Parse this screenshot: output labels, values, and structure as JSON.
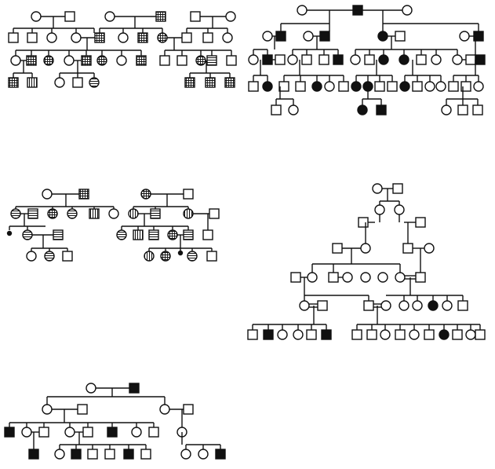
{
  "figure": {
    "ink_color": "#111111",
    "paper_color": "#ffffff",
    "fill_styles": {
      "affected": "solid-black",
      "unaffected": "open-white",
      "grid": "cross-hatched",
      "horizontal": "horizontal-lines",
      "vertical": "vertical-lines"
    },
    "symbols": {
      "square": "male",
      "circle": "female",
      "small-dot": "small-filled-marker"
    }
  },
  "pedigrees": [
    {
      "name": "pedigree-top-left",
      "style": "hatched"
    },
    {
      "name": "pedigree-top-right",
      "style": "solid"
    },
    {
      "name": "pedigree-middle-left",
      "style": "hatched"
    },
    {
      "name": "pedigree-middle-right",
      "style": "solid"
    },
    {
      "name": "pedigree-bottom-left",
      "style": "solid"
    }
  ]
}
